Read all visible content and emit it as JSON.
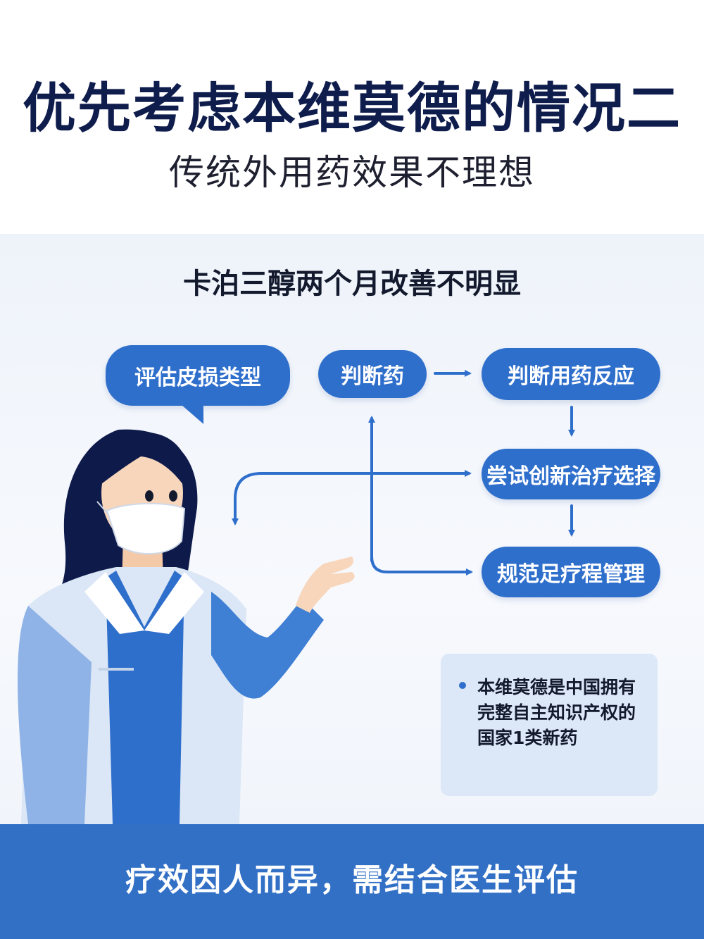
{
  "header": {
    "title": "优先考虑本维莫德的情况二",
    "subtitle": "传统外用药效果不理想"
  },
  "section": {
    "heading": "卡泊三醇两个月改善不明显"
  },
  "flow": {
    "evaluate": "评估皮损类型",
    "judge_drug": "判断药",
    "judge_response": "判断用药反应",
    "try_innovative": "尝试创新治疗选择",
    "standard_course": "规范足疗程管理"
  },
  "info": {
    "text": "本维莫德是中国拥有完整自主知识产权的国家1类新药"
  },
  "footer": {
    "text": "疗效因人而异，需结合医生评估"
  },
  "colors": {
    "primary_blue": "#2f6fcc",
    "title_navy": "#0f1d4d",
    "footer_blue": "#3270c6"
  },
  "icons": {
    "doctor": "doctor-illustration",
    "bullet": "bullet-dot-icon"
  }
}
